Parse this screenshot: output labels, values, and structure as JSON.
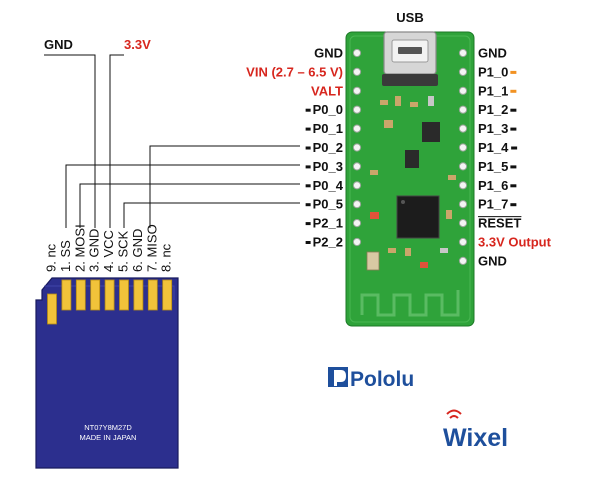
{
  "usb_label": "USB",
  "top_labels": {
    "gnd": "GND",
    "v33": "3.3V"
  },
  "left_pins": [
    {
      "label": "GND",
      "color": "#111111"
    },
    {
      "label": "VIN (2.7 – 6.5 V)",
      "color": "#d7261e"
    },
    {
      "label": "VALT",
      "color": "#d7261e"
    },
    {
      "label": "P0_0",
      "color": "#111111"
    },
    {
      "label": "P0_1",
      "color": "#111111"
    },
    {
      "label": "P0_2",
      "color": "#111111"
    },
    {
      "label": "P0_3",
      "color": "#111111"
    },
    {
      "label": "P0_4",
      "color": "#111111"
    },
    {
      "label": "P0_5",
      "color": "#111111"
    },
    {
      "label": "P2_1",
      "color": "#111111"
    },
    {
      "label": "P2_2",
      "color": "#111111"
    }
  ],
  "right_pins": [
    {
      "label": "GND",
      "color": "#111111"
    },
    {
      "label": "P1_0",
      "color": "#111111"
    },
    {
      "label": "P1_1",
      "color": "#111111"
    },
    {
      "label": "P1_2",
      "color": "#111111"
    },
    {
      "label": "P1_3",
      "color": "#111111"
    },
    {
      "label": "P1_4",
      "color": "#111111"
    },
    {
      "label": "P1_5",
      "color": "#111111"
    },
    {
      "label": "P1_6",
      "color": "#111111"
    },
    {
      "label": "P1_7",
      "color": "#111111"
    },
    {
      "label": "RESET",
      "color": "#111111"
    },
    {
      "label": "3.3V Output",
      "color": "#d7261e"
    },
    {
      "label": "GND",
      "color": "#111111"
    }
  ],
  "sd_pins": [
    "9. nc",
    "1. SS",
    "2. MOSI",
    "3. GND",
    "4. VCC",
    "5. SCK",
    "6. GND",
    "7. MISO",
    "8. nc"
  ],
  "sd_card": {
    "line1": "NT07Y8M27D",
    "line2": "MADE IN JAPAN"
  },
  "brands": {
    "pololu": "Pololu",
    "wixel": "Wixel"
  },
  "colors": {
    "board": "#2fa33a",
    "card": "#2c2f8e",
    "accent_red": "#d7261e",
    "accent_orange": "#f29222",
    "brand_blue": "#1e4f9c"
  }
}
